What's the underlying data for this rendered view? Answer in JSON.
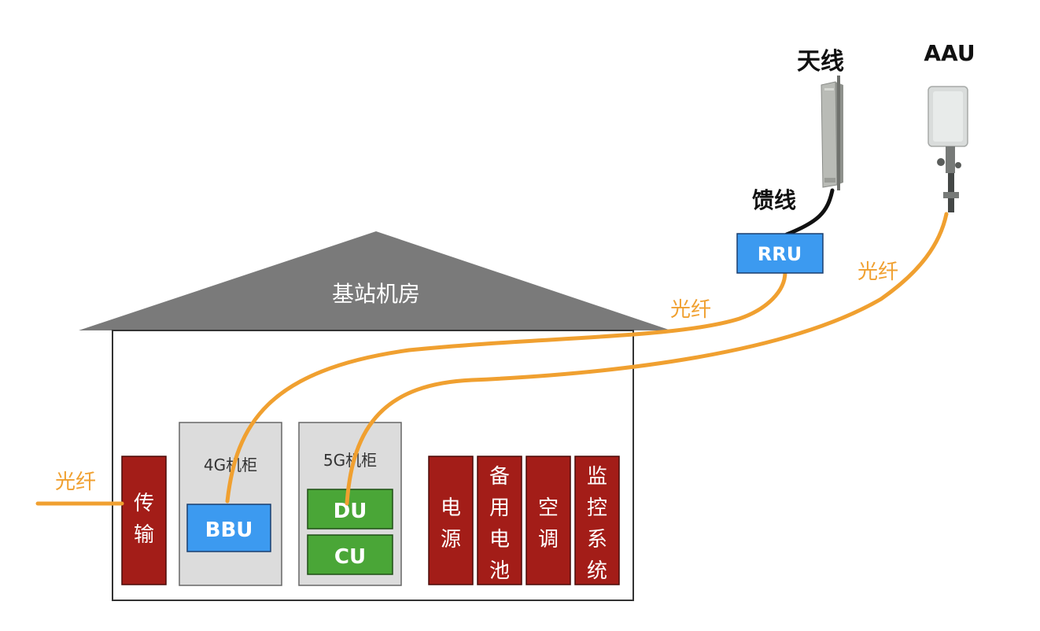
{
  "house": {
    "title": "基站机房"
  },
  "cabinets": {
    "c4g": {
      "label": "4G机柜",
      "unit": "BBU"
    },
    "c5g": {
      "label": "5G机柜",
      "units": [
        "DU",
        "CU"
      ]
    }
  },
  "transport": {
    "chars": [
      "传",
      "输"
    ]
  },
  "equipment": [
    {
      "id": "power",
      "chars": [
        "电",
        "源"
      ]
    },
    {
      "id": "battery",
      "chars": [
        "备",
        "用",
        "电",
        "池"
      ]
    },
    {
      "id": "aircon",
      "chars": [
        "空",
        "调"
      ]
    },
    {
      "id": "monitor",
      "chars": [
        "监",
        "控",
        "系",
        "统"
      ]
    }
  ],
  "external": {
    "antenna_label": "天线",
    "aau_label": "AAU",
    "feeder_label": "馈线",
    "rru_label": "RRU"
  },
  "fiber_labels": {
    "left": "光纤",
    "rru": "光纤",
    "aau": "光纤"
  },
  "colors": {
    "fiber": "#f0a030",
    "red_box": "#a31d18",
    "blue_box": "#3c9af0",
    "green_box": "#4aa637",
    "cabinet_fill": "#dcdcdc",
    "roof": "#7a7a7a"
  }
}
